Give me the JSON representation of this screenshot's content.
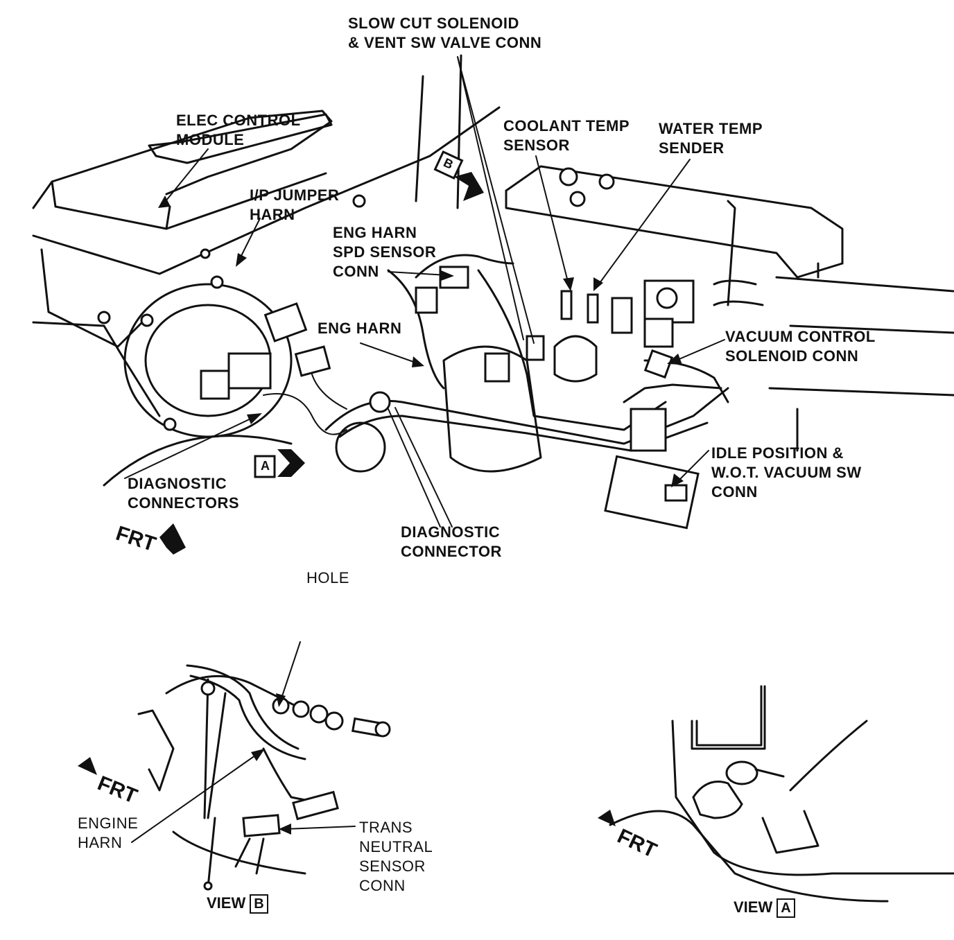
{
  "labels": {
    "slow_cut": [
      "SLOW CUT SOLENOID",
      "& VENT SW VALVE CONN"
    ],
    "ecm": [
      "ELEC CONTROL",
      "MODULE"
    ],
    "ip_jumper": [
      "I/P JUMPER",
      "HARN"
    ],
    "coolant": [
      "COOLANT TEMP",
      "SENSOR"
    ],
    "water_temp": [
      "WATER TEMP",
      "SENDER"
    ],
    "eng_harn_spd": [
      "ENG HARN",
      "SPD SENSOR",
      "CONN"
    ],
    "eng_harn": "ENG HARN",
    "vacuum_control": [
      "VACUUM CONTROL",
      "SOLENOID CONN"
    ],
    "idle_position": [
      "IDLE POSITION &",
      "W.O.T. VACUUM SW",
      "CONN"
    ],
    "diag_connectors": [
      "DIAGNOSTIC",
      "CONNECTORS"
    ],
    "diag_connector": [
      "DIAGNOSTIC",
      "CONNECTOR"
    ],
    "hole": "HOLE",
    "engine_harn": [
      "ENGINE",
      "HARN"
    ],
    "trans_neutral": [
      "TRANS",
      "NEUTRAL",
      "SENSOR",
      "CONN"
    ]
  },
  "markers": {
    "a": "A",
    "b": "B"
  },
  "direction": {
    "frt": "FRT"
  },
  "views": {
    "view_word": "VIEW",
    "b_letter": "B",
    "a_letter": "A"
  },
  "icons": {
    "arrow": "solid-arrow-icon"
  }
}
